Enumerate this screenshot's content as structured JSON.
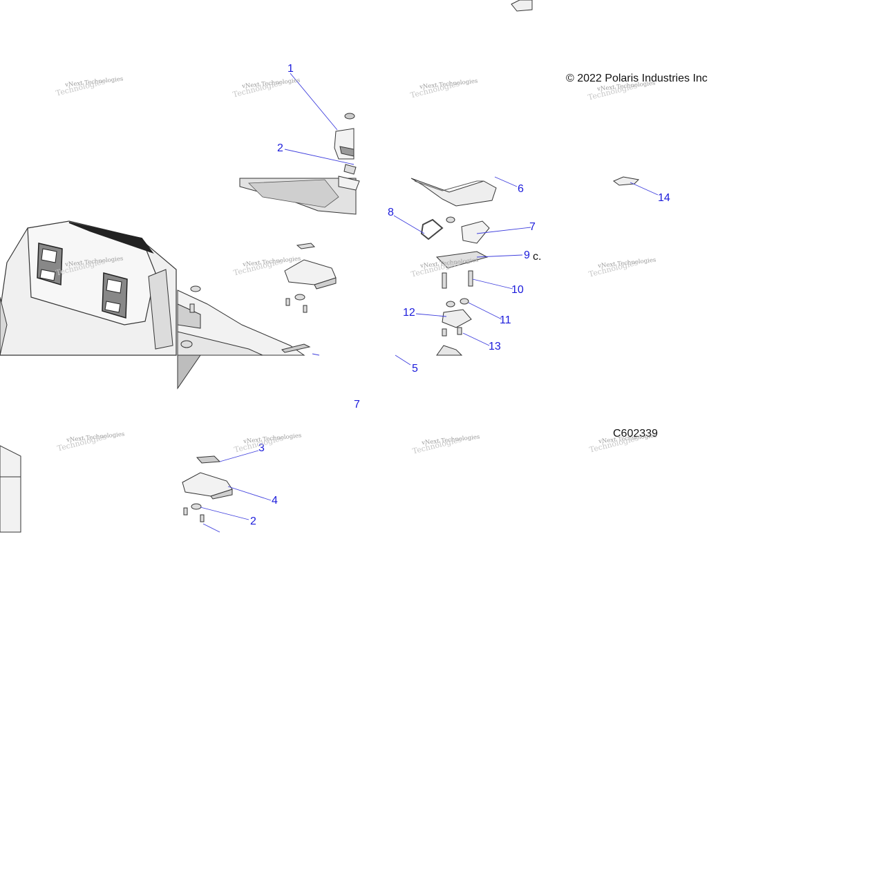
{
  "copyright": "© 2022 Polaris Industries Inc",
  "fragment_c": "c.",
  "figure_id": "C602339",
  "watermark": {
    "line1": "vNext Technologies",
    "line2": "Technologies"
  },
  "callouts": [
    {
      "label": "1"
    },
    {
      "label": "2"
    },
    {
      "label": "6"
    },
    {
      "label": "14"
    },
    {
      "label": "8"
    },
    {
      "label": "7"
    },
    {
      "label": "9"
    },
    {
      "label": "10"
    },
    {
      "label": "11"
    },
    {
      "label": "12"
    },
    {
      "label": "13"
    },
    {
      "label": "5"
    },
    {
      "label": "7"
    },
    {
      "label": "3"
    },
    {
      "label": "4"
    },
    {
      "label": "2"
    }
  ],
  "colors": {
    "callout": "#1a1adb",
    "leader": "#3d3ddd",
    "part_fill": "#e4e4e4",
    "part_stroke": "#333333"
  }
}
